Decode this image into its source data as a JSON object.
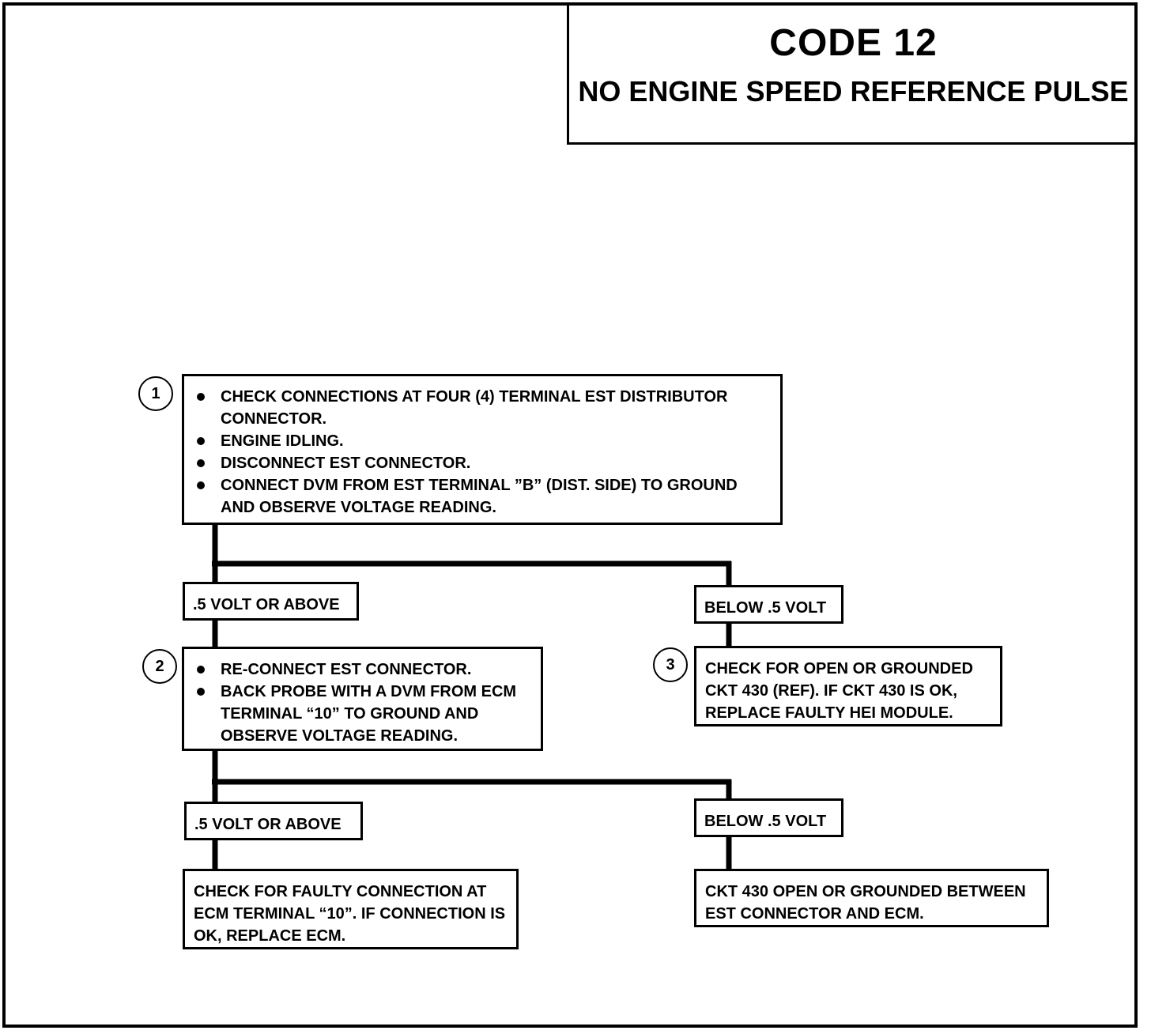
{
  "header": {
    "code": "CODE 12",
    "subtitle": "NO ENGINE SPEED REFERENCE PULSE"
  },
  "steps": {
    "step1": {
      "number": "1",
      "bullets": [
        "CHECK CONNECTIONS AT FOUR (4) TERMINAL EST DISTRIBUTOR CONNECTOR.",
        "ENGINE IDLING.",
        "DISCONNECT EST CONNECTOR.",
        "CONNECT DVM FROM EST TERMINAL ”B” (DIST. SIDE) TO GROUND AND OBSERVE VOLTAGE READING."
      ]
    },
    "step2": {
      "number": "2",
      "bullets": [
        "RE-CONNECT EST CONNECTOR.",
        "BACK PROBE WITH A DVM FROM ECM TERMINAL “10” TO GROUND AND OBSERVE  VOLTAGE READING."
      ]
    },
    "step3": {
      "number": "3",
      "text": "CHECK FOR OPEN OR GROUNDED CKT  430 (REF).  IF CKT  430 IS OK, REPLACE FAULTY HEI  MODULE."
    }
  },
  "branches": {
    "branch1_left": ".5 VOLT OR ABOVE",
    "branch1_right": "BELOW .5 VOLT",
    "branch2_left": ".5 VOLT OR ABOVE",
    "branch2_right": "BELOW .5 VOLT"
  },
  "outcomes": {
    "left": "CHECK FOR FAULTY CONNECTION AT ECM TERMINAL “10”.  IF CONNECTION IS OK, REPLACE ECM.",
    "right": "CKT 430 OPEN OR GROUNDED BETWEEN EST CONNECTOR AND ECM."
  }
}
